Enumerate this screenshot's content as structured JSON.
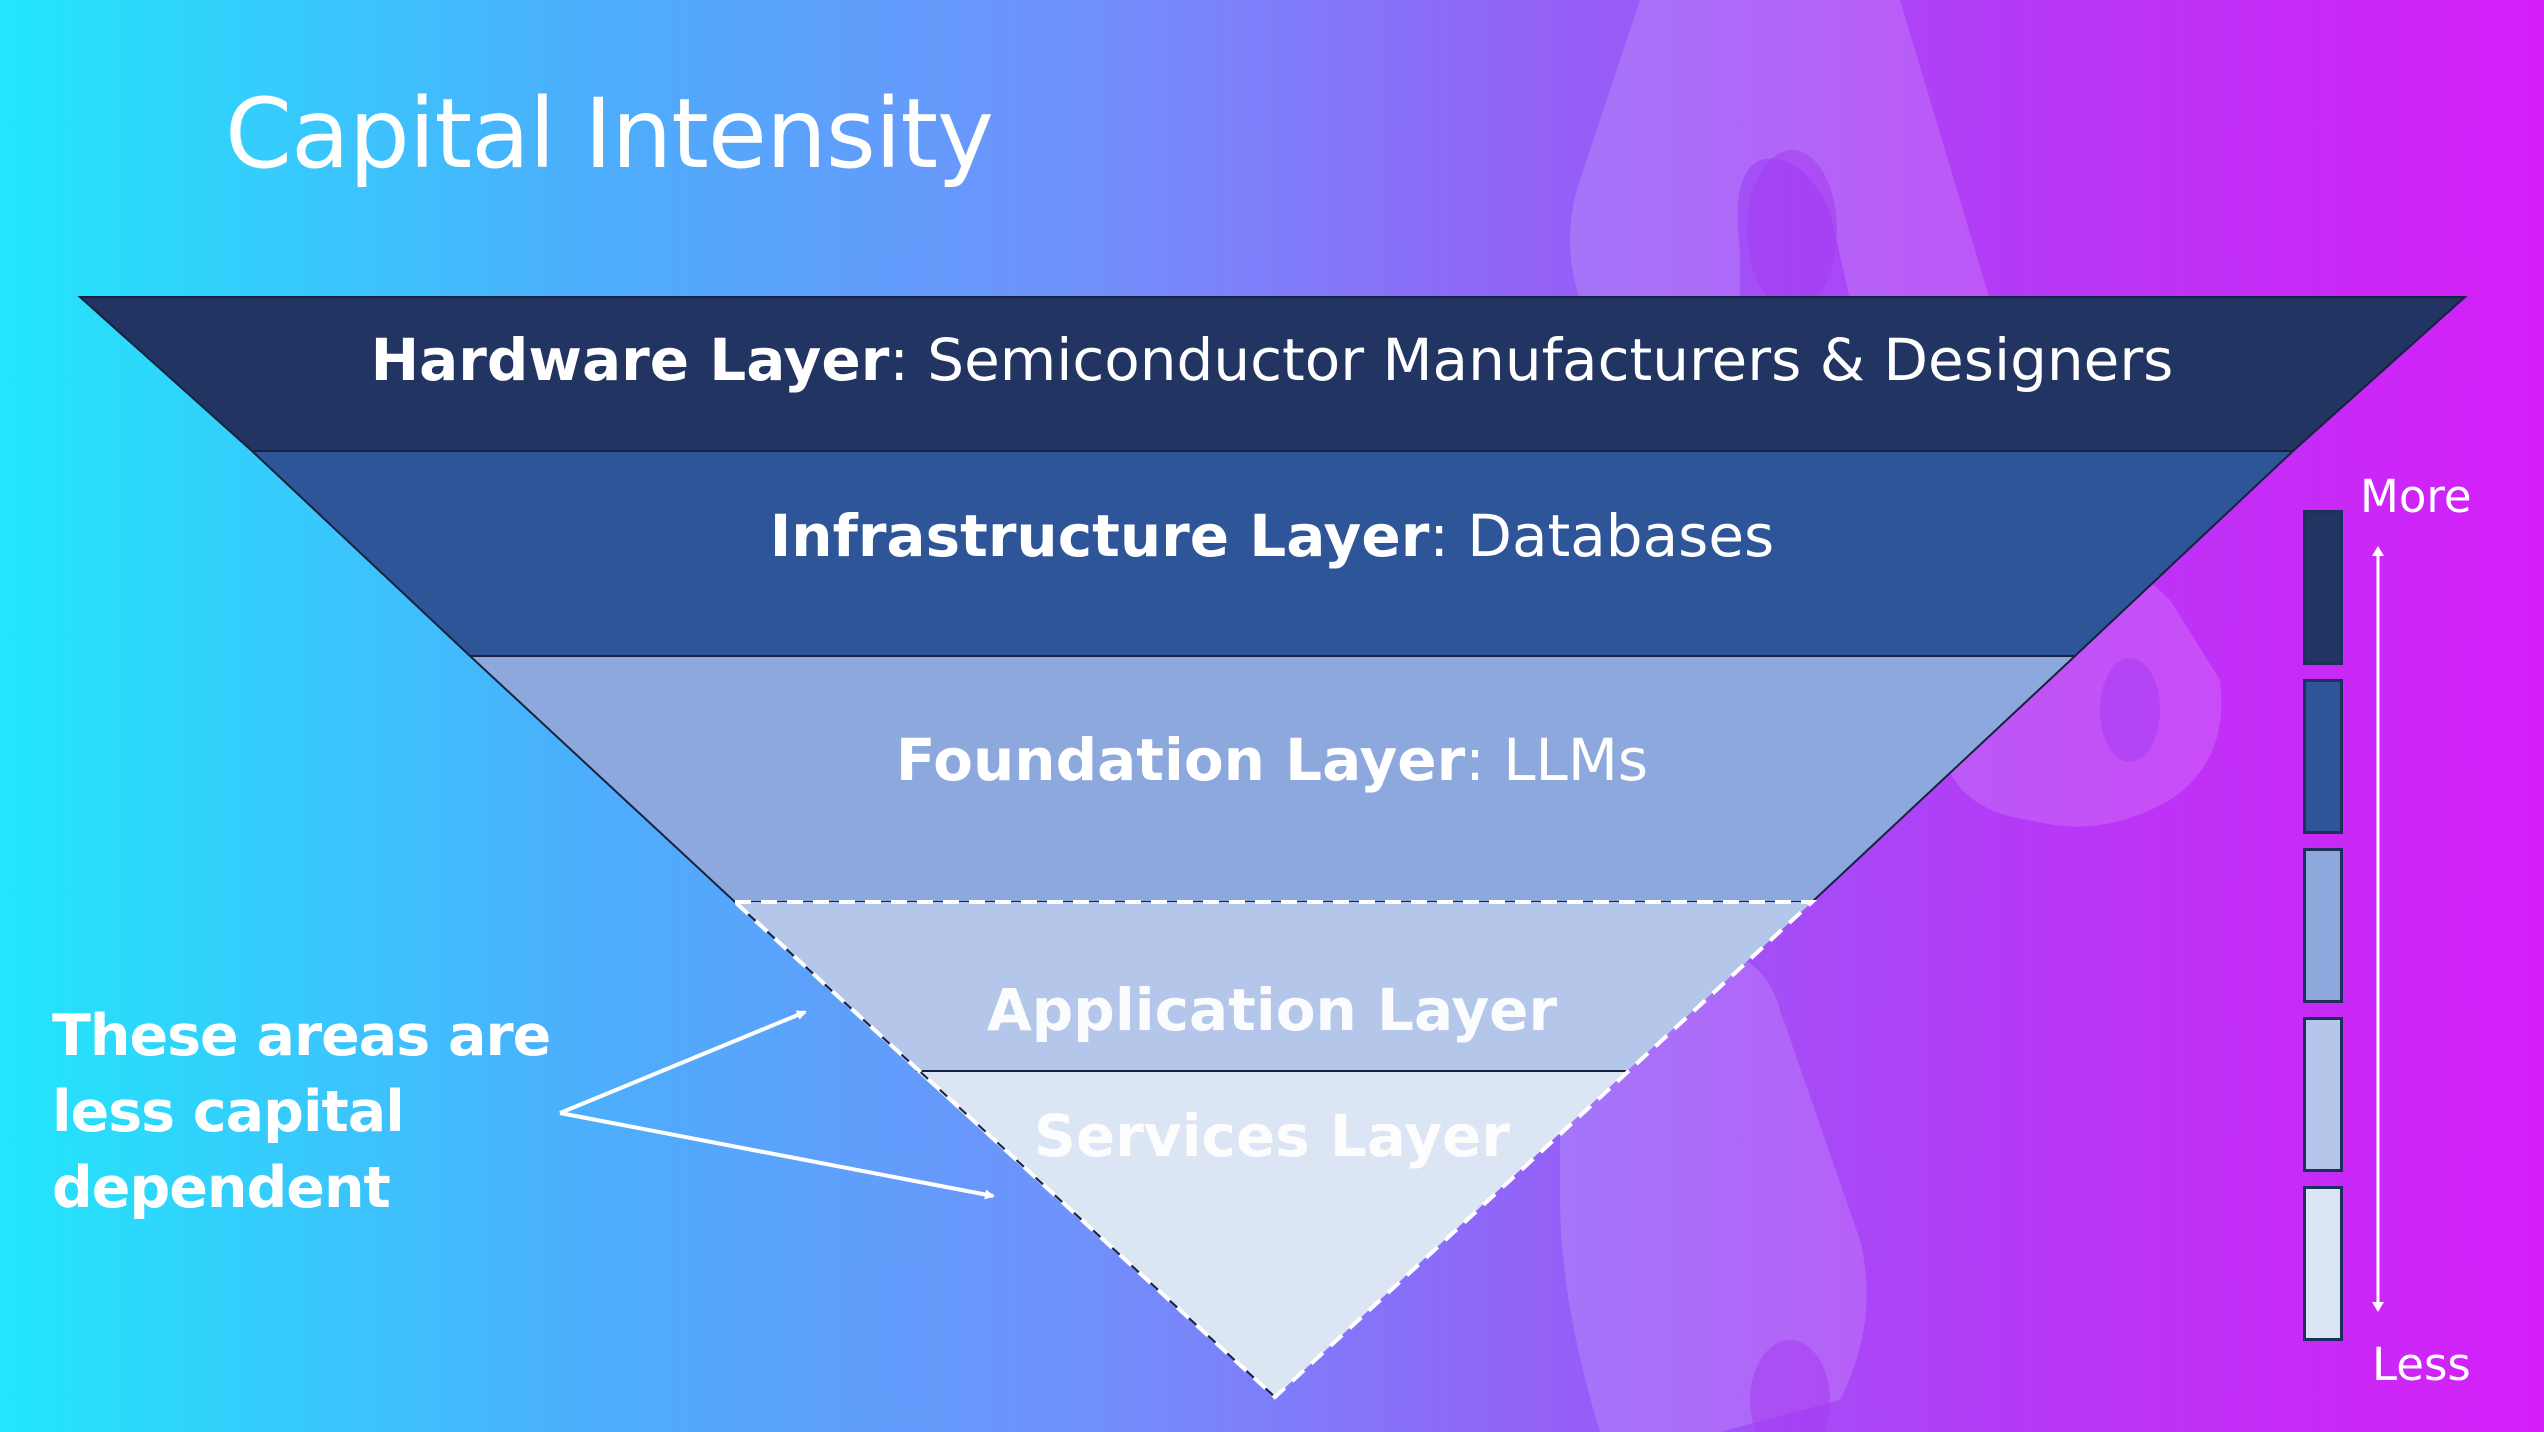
{
  "title": "Capital Intensity",
  "layers": [
    {
      "name": "Hardware Layer",
      "separator": ":",
      "description": " Semiconductor Manufacturers & Designers",
      "color": "#213462"
    },
    {
      "name": "Infrastructure Layer",
      "separator": ":",
      "description": " Databases",
      "color": "#2e5597"
    },
    {
      "name": "Foundation Layer",
      "separator": ":",
      "description": " LLMs",
      "color": "#8da8dd"
    },
    {
      "name": "Application Layer",
      "color": "#b4c6e9"
    },
    {
      "name": "Services Layer",
      "color": "#dce5f4"
    }
  ],
  "annotation": {
    "lines": [
      "These areas are",
      "less capital",
      "dependent"
    ]
  },
  "scale": {
    "top_label": "More",
    "bottom_label": "Less",
    "colors": [
      "#213462",
      "#2e5597",
      "#8da8dd",
      "#b4c6e9",
      "#dce5f4"
    ]
  }
}
